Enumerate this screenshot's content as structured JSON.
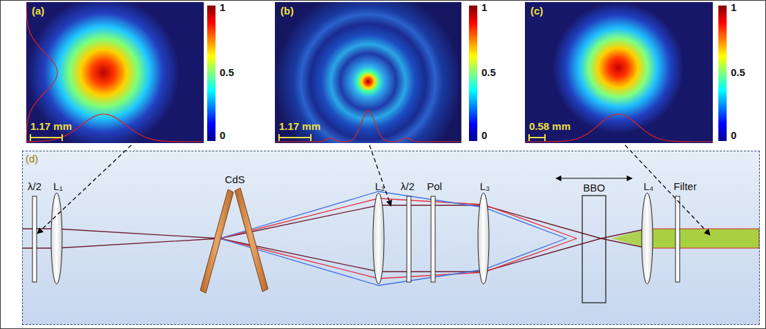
{
  "diagram": {
    "nodes": [
      {
        "text": [
          "(a)",
          "1.17 mm"
        ]
      },
      {
        "text": [
          "(b)",
          "1.17 mm"
        ]
      },
      {
        "text": [
          "(c)",
          "0.58 mm"
        ]
      },
      {
        "text": [
          "(d)"
        ]
      }
    ],
    "labels": [
      "1",
      "0.5",
      "0",
      "1",
      "0.5",
      "0",
      "1",
      "0.5",
      "0",
      "λ/2",
      "L₁",
      "CdS",
      "L₂",
      "λ/2",
      "Pol",
      "L₃",
      "BBO",
      "L₄",
      "Filter"
    ]
  }
}
